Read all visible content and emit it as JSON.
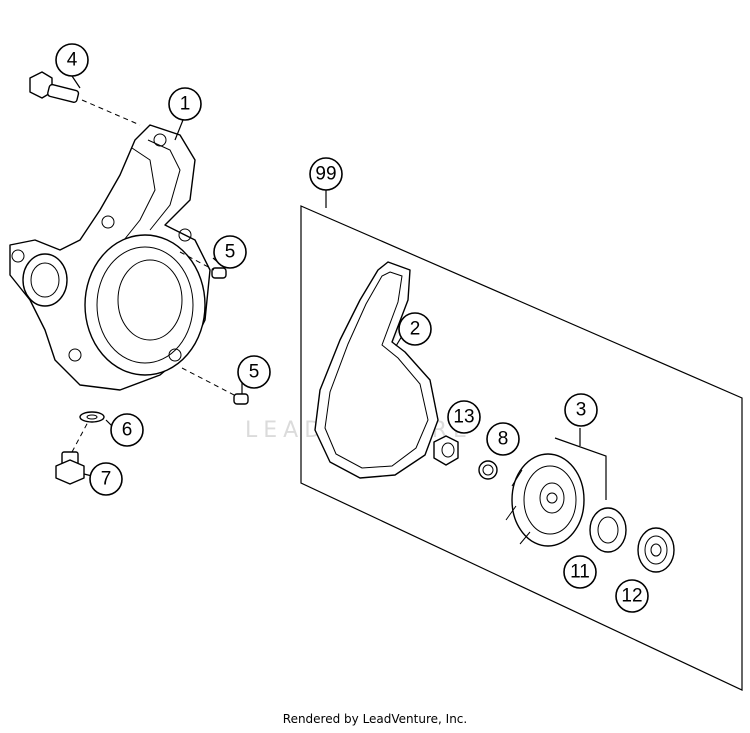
{
  "callouts": {
    "c1": "1",
    "c2": "2",
    "c3": "3",
    "c4": "4",
    "c5a": "5",
    "c5b": "5",
    "c6": "6",
    "c7": "7",
    "c8": "8",
    "c11": "11",
    "c12": "12",
    "c13": "13",
    "c99": "99"
  },
  "watermark": "LEADVENTURE",
  "footer": "Rendered by LeadVenture, Inc.",
  "colors": {
    "line": "#000000",
    "background": "#ffffff",
    "watermark": "#d8d8d8"
  }
}
